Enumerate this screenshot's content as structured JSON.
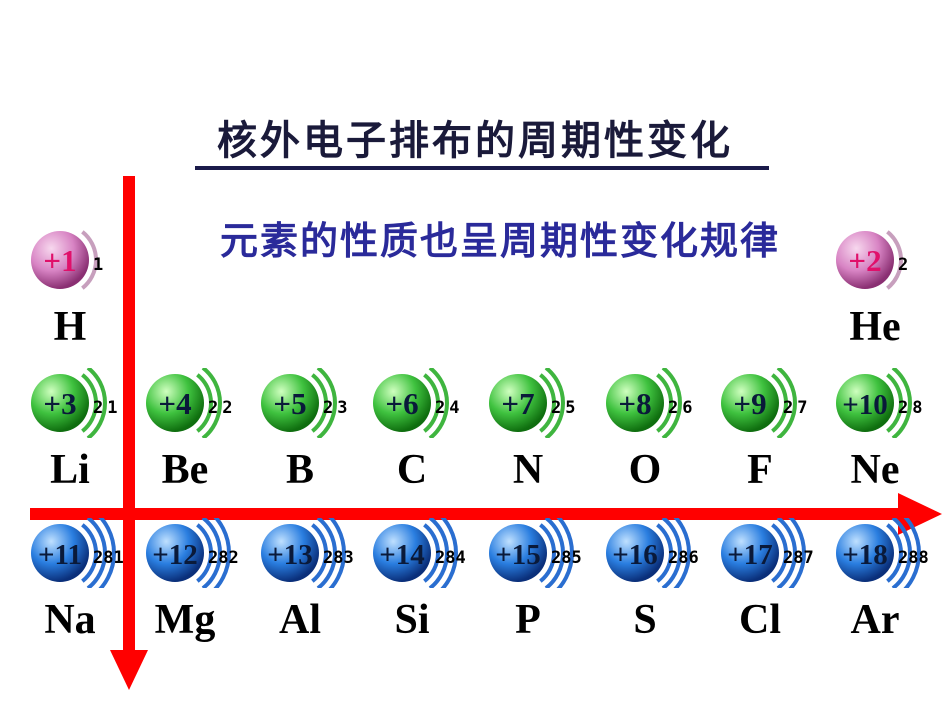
{
  "title": "核外电子排布的周期性变化",
  "subtitle": "元素的性质也呈周期性变化规律",
  "elements": [
    {
      "symbol": "H",
      "charge": "+1",
      "shells": "1",
      "row": 1,
      "col": 0,
      "color": "pink"
    },
    {
      "symbol": "He",
      "charge": "+2",
      "shells": "2",
      "row": 1,
      "col": 7,
      "color": "pink"
    },
    {
      "symbol": "Li",
      "charge": "+3",
      "shells": "21",
      "row": 2,
      "col": 0,
      "color": "green"
    },
    {
      "symbol": "Be",
      "charge": "+4",
      "shells": "22",
      "row": 2,
      "col": 1,
      "color": "green"
    },
    {
      "symbol": "B",
      "charge": "+5",
      "shells": "23",
      "row": 2,
      "col": 2,
      "color": "green"
    },
    {
      "symbol": "C",
      "charge": "+6",
      "shells": "24",
      "row": 2,
      "col": 3,
      "color": "green"
    },
    {
      "symbol": "N",
      "charge": "+7",
      "shells": "25",
      "row": 2,
      "col": 4,
      "color": "green"
    },
    {
      "symbol": "O",
      "charge": "+8",
      "shells": "26",
      "row": 2,
      "col": 5,
      "color": "green"
    },
    {
      "symbol": "F",
      "charge": "+9",
      "shells": "27",
      "row": 2,
      "col": 6,
      "color": "green"
    },
    {
      "symbol": "Ne",
      "charge": "+10",
      "shells": "28",
      "row": 2,
      "col": 7,
      "color": "green"
    },
    {
      "symbol": "Na",
      "charge": "+11",
      "shells": "281",
      "row": 3,
      "col": 0,
      "color": "blue"
    },
    {
      "symbol": "Mg",
      "charge": "+12",
      "shells": "282",
      "row": 3,
      "col": 1,
      "color": "blue"
    },
    {
      "symbol": "Al",
      "charge": "+13",
      "shells": "283",
      "row": 3,
      "col": 2,
      "color": "blue"
    },
    {
      "symbol": "Si",
      "charge": "+14",
      "shells": "284",
      "row": 3,
      "col": 3,
      "color": "blue"
    },
    {
      "symbol": "P",
      "charge": "+15",
      "shells": "285",
      "row": 3,
      "col": 4,
      "color": "blue"
    },
    {
      "symbol": "S",
      "charge": "+16",
      "shells": "286",
      "row": 3,
      "col": 5,
      "color": "blue"
    },
    {
      "symbol": "Cl",
      "charge": "+17",
      "shells": "287",
      "row": 3,
      "col": 6,
      "color": "blue"
    },
    {
      "symbol": "Ar",
      "charge": "+18",
      "shells": "288",
      "row": 3,
      "col": 7,
      "color": "blue"
    }
  ],
  "colors": {
    "arrow": "#ff0000",
    "pink": "#d84aa8",
    "green": "#2fb52f",
    "blue": "#1f6fd6",
    "pink_charge": "#e0106a",
    "dark_charge": "#0a1a3a"
  }
}
